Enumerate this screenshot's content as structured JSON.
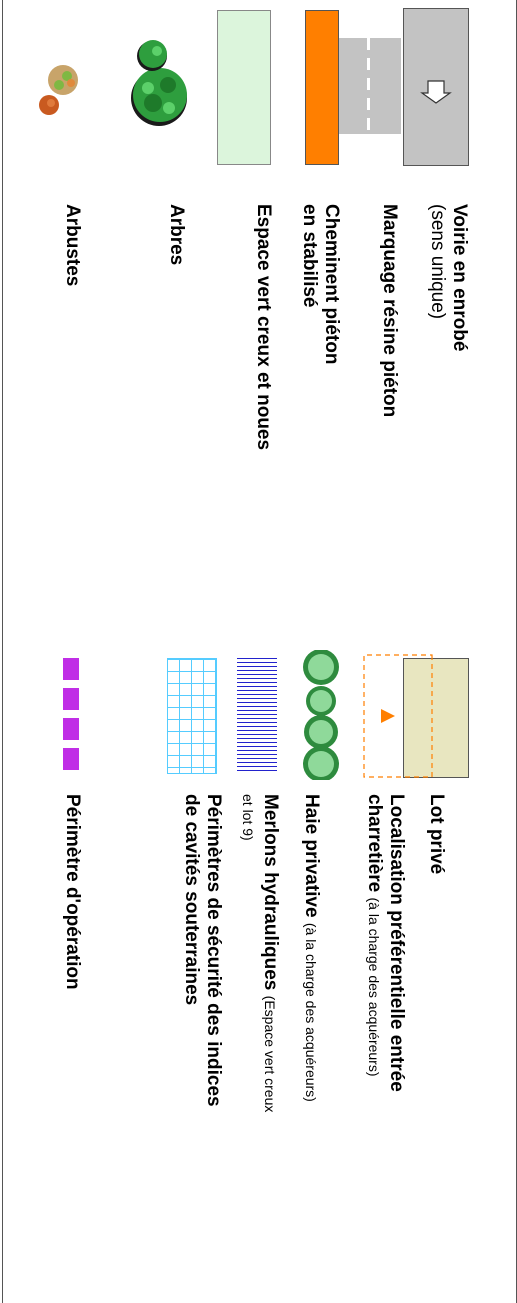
{
  "legend": {
    "left_column": [
      {
        "symbol": "asphalt-road-arrow",
        "title": "Voirie en enrobé",
        "subtitle": "(sens unique)"
      },
      {
        "symbol": "resin-crossing",
        "title": "Marquage résine piéton"
      },
      {
        "symbol": "orange-path",
        "title_line1": "Cheminent piéton",
        "title_line2": "en stabilisé"
      },
      {
        "symbol": "green-space",
        "title": "Espace vert creux et noues"
      },
      {
        "symbol": "tree",
        "title": "Arbres"
      },
      {
        "symbol": "shrub",
        "title": "Arbustes"
      }
    ],
    "right_column": [
      {
        "symbol": "private-lot",
        "title": "Lot privé"
      },
      {
        "symbol": "entrance-marker",
        "title_line1": "Localisation préférentielle entrée",
        "title_line2": "charretière",
        "note": "(à la charge des acquéreurs)"
      },
      {
        "symbol": "hedge",
        "title": "Haie privative",
        "note": "(à la charge des acquéreurs)"
      },
      {
        "symbol": "hydraulic-berm",
        "title": "Merlons hydrauliques",
        "note_line1": "(Espace vert creux",
        "note_line2": "et lot 9)"
      },
      {
        "symbol": "cavity-grid",
        "title_line1": "Périmètres de sécurité des indices",
        "title_line2": "de cavités souterraines"
      },
      {
        "symbol": "operation-perimeter",
        "title": "Périmètre d'opération"
      }
    ]
  },
  "colors": {
    "road": "#c3c3c3",
    "path": "#ff7f00",
    "green_space": "#dcf5dc",
    "private_lot": "#e8e6c0",
    "hedge": "#4caf50",
    "berm": "#2222cc",
    "grid": "#55ccff",
    "perimeter": "#c02ee6"
  }
}
